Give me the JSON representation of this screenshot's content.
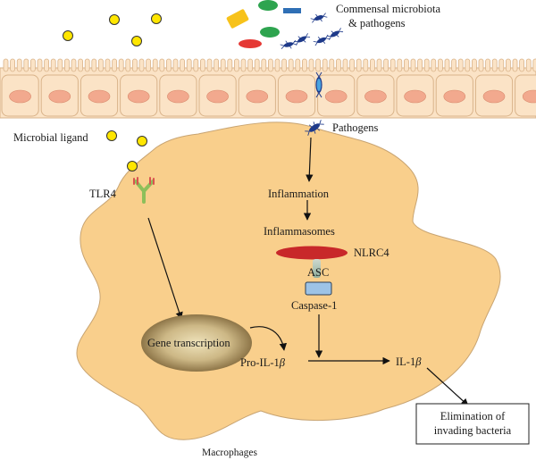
{
  "labels": {
    "microbiota_line1": "Commensal microbiota",
    "microbiota_line2": "& pathogens",
    "microbial_ligand": "Microbial ligand",
    "tlr4": "TLR4",
    "pathogens": "Pathogens",
    "inflammation": "Inflammation",
    "inflammasomes": "Inflammasomes",
    "nlrc4": "NLRC4",
    "asc": "ASC",
    "caspase1": "Caspase-1",
    "gene_transcription": "Gene transcription",
    "pro_il1b_prefix": "Pro-IL-1",
    "il1b_prefix": "IL-1",
    "beta": "β",
    "elimination_line1": "Elimination of",
    "elimination_line2": "invading bacteria",
    "macrophages": "Macrophages"
  },
  "colors": {
    "epithelium_fill": "#fbe3c6",
    "epithelium_stroke": "#d9b38a",
    "nucleus": "#f2a98e",
    "macrophage_fill": "#f9cf8c",
    "macrophage_stroke": "#c8a472",
    "ligand": "#ffe600",
    "nlrc4": "#c8282a",
    "caspase": "#9dc3e6",
    "asc": "#a9bfb0",
    "tlr4_green": "#8dbf5a",
    "tlr4_red": "#d9534f",
    "microbe_yellow": "#f7c21a",
    "microbe_green": "#2ea44f",
    "microbe_red": "#e53935",
    "microbe_blue": "#2f6fb5",
    "pathogen": "#1e3a8a",
    "nucleus_dark": "#8a7244",
    "nucleus_light": "#eadcb0"
  }
}
